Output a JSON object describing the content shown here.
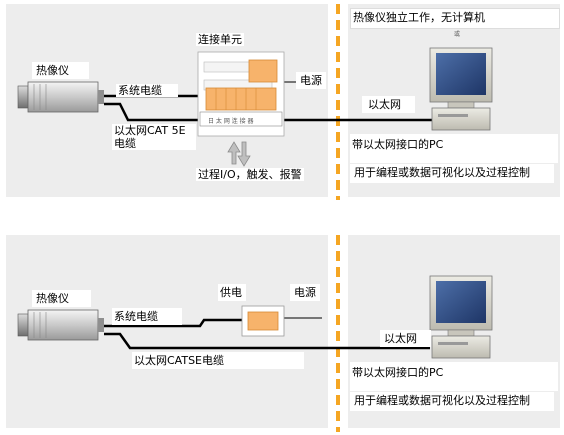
{
  "top": {
    "camera": "热像仪",
    "connection_unit": "连接单元",
    "power": "电源",
    "system_cable": "系统电缆",
    "ethernet_cable": "以太网CAT 5E\n电缆",
    "ethernet": "以太网",
    "io": "过程I/O，触发、报警",
    "standalone": "热像仪独立工作，无计算机",
    "stray": "或",
    "unit_plate": "日 太 网 连 接 器",
    "pc": "带以太网接口的PC",
    "pc_desc": "用于编程或数据可视化以及过程控制"
  },
  "bottom": {
    "camera": "热像仪",
    "supply": "供电",
    "power": "电源",
    "system_cable": "系统电缆",
    "ethernet_cable": "以太网CATSE电缆",
    "ethernet": "以太网",
    "pc": "带以太网接口的PC",
    "pc_desc": "用于编程或数据可视化以及过程控制"
  },
  "colors": {
    "panel": "#ededed",
    "divider": "#f5a623",
    "module": "#f7b36b",
    "module_border": "#d68a35",
    "cable": "#000000",
    "arrow": "#bfbfbf"
  }
}
